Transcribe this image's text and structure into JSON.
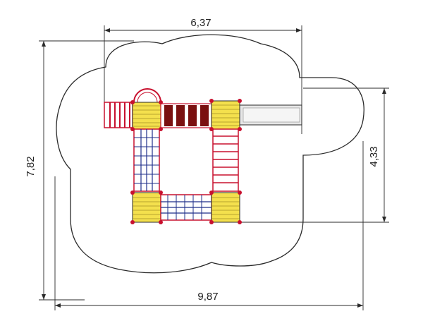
{
  "dimensions": {
    "top_width": "6,37",
    "total_height": "7,82",
    "right_height": "4,33",
    "total_width": "9,87"
  },
  "colors": {
    "line": "#2a2a2a",
    "yellow_deck": "#f4e04d",
    "red_frame": "#c8102e",
    "blue_net": "#1f2f8a",
    "dark_red_panel": "#7a1010",
    "slide_gray": "#d9d9d9"
  },
  "icons": {
    "structure": "playground-structure-icon"
  }
}
